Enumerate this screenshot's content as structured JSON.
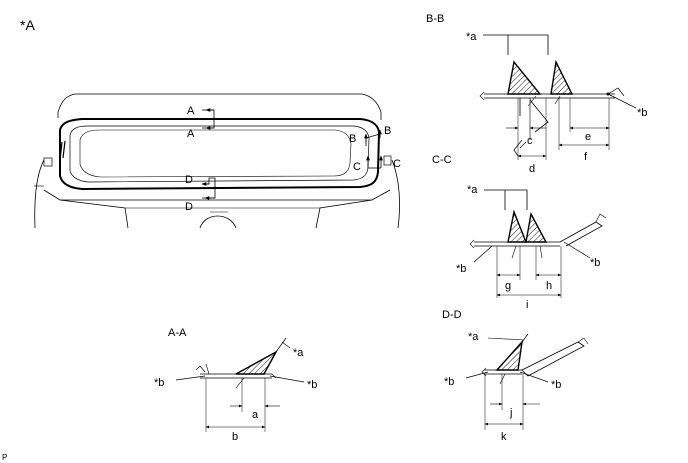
{
  "figure_label": "*A",
  "footer_code": "P",
  "callouts": {
    "a": "*a",
    "b": "*b"
  },
  "overview": {
    "section_marks": {
      "a_top": "A",
      "a_bottom": "A",
      "b_left": "B",
      "b_right": "B",
      "c_left": "C",
      "c_right": "C",
      "d_top": "D",
      "d_bottom": "D"
    }
  },
  "sections": {
    "bb": {
      "title": "B-B",
      "dims": {
        "c": "c",
        "d": "d",
        "e": "e",
        "f": "f"
      }
    },
    "cc": {
      "title": "C-C",
      "dims": {
        "g": "g",
        "h": "h",
        "i": "i"
      }
    },
    "aa": {
      "title": "A-A",
      "dims": {
        "a": "a",
        "b": "b"
      }
    },
    "dd": {
      "title": "D-D",
      "dims": {
        "j": "j",
        "k": "k"
      }
    }
  },
  "colors": {
    "line": "#000000",
    "light_line": "#666666",
    "background": "#ffffff"
  }
}
